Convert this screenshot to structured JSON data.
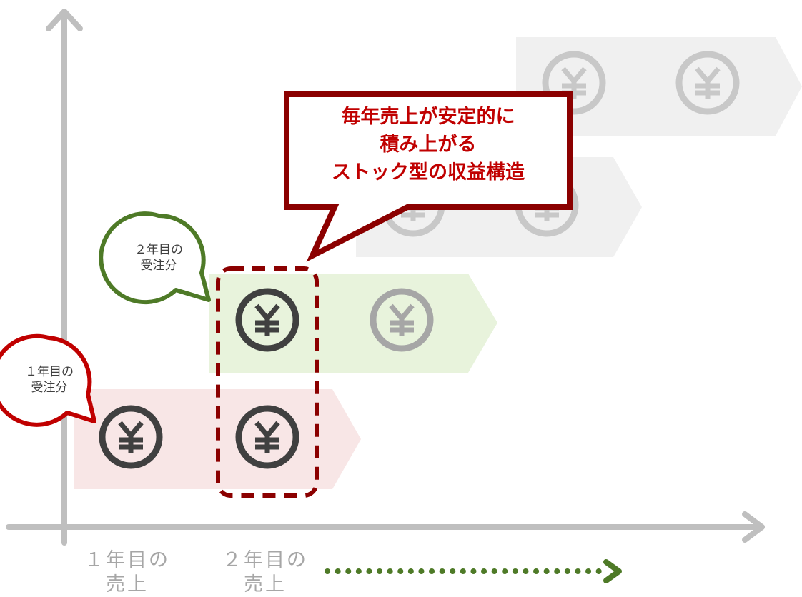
{
  "axis": {
    "x_labels": [
      {
        "line1": "１年目の",
        "line2": "売上"
      },
      {
        "line1": "２年目の",
        "line2": "売上"
      }
    ]
  },
  "bubbles": {
    "year1": {
      "line1": "１年目の",
      "line2": "受注分"
    },
    "year2": {
      "line1": "２年目の",
      "line2": "受注分"
    }
  },
  "callout": {
    "line1": "毎年売上が安定的に",
    "line2": "積み上がる",
    "line3": "ストック型の収益構造"
  },
  "icons": {
    "coin": "yen-coin-icon"
  },
  "colors": {
    "year1_band": "#f8e6e6",
    "year2_band": "#e8f3dc",
    "faded_band": "#eeeeee",
    "axis": "#bfbfbf",
    "red_accent": "#c00000",
    "dark_red": "#8b0000",
    "green_accent": "#4e7a27",
    "coin_dark": "#404040",
    "coin_faded": "#a6a6a6",
    "coin_faint": "#c8c8c8"
  }
}
